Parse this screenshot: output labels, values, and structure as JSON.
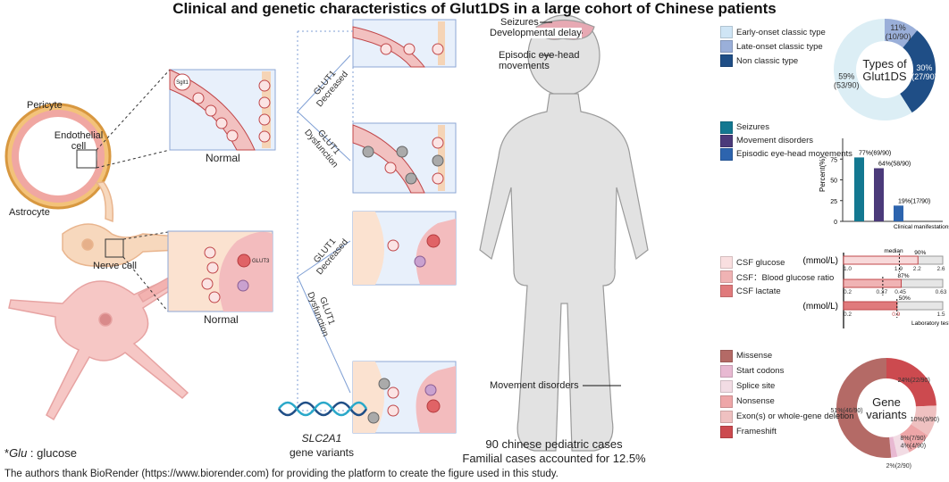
{
  "title": "Clinical and genetic characteristics of Glut1DS in a large cohort of Chinese patients",
  "cells": {
    "pericyte": "Pericyte",
    "endothelial": "Endothelial cell",
    "astrocyte": "Astrocyte",
    "nerve": "Nerve cell"
  },
  "panels": {
    "normal": "Normal",
    "decreased": [
      "GLUT1",
      "Decreased"
    ],
    "dysfunction": [
      "GLUT1",
      "Dysfunction"
    ],
    "transporter": "GLUT1",
    "glu": "Glu",
    "sglt": "Sglt1",
    "glut3": "GLUT3"
  },
  "gene": {
    "name": "SLC2A1",
    "sub": "gene variants"
  },
  "child": {
    "labels": [
      "Seizures",
      "Developmental delay",
      "Episodic eye-head",
      "movements",
      "Movement disorders"
    ],
    "caption1": "90 chinese pediatric cases",
    "caption2": "Familial cases accounted for 12.5%"
  },
  "footnote": {
    "glu_italic": "Glu",
    "glu_rest": " : glucose",
    "star": "*",
    "ack": "The authors thank BioRender (https://www.biorender.com) for providing the platform to create the figure used in this study."
  },
  "chart_data": [
    {
      "type": "pie",
      "title": [
        "Types of",
        "Glut1DS"
      ],
      "slices": [
        {
          "name": "Late-onset classic type",
          "value": 11,
          "label": [
            "11%",
            "(10/90)"
          ],
          "color": "#9aafd9"
        },
        {
          "name": "Non classic type",
          "value": 30,
          "label": [
            "30%",
            "(27/90)"
          ],
          "color": "#1f4e86"
        },
        {
          "name": "Early-onset classic type",
          "value": 59,
          "label": [
            "59%",
            "(53/90)"
          ],
          "color": "#dceef5"
        }
      ],
      "legend": [
        {
          "name": "Early-onset classic type",
          "color": "#cfe5f5"
        },
        {
          "name": "Late-onset classic type",
          "color": "#9aafd9"
        },
        {
          "name": "Non classic type",
          "color": "#1f4e86"
        }
      ]
    },
    {
      "type": "bar",
      "xlabel": "Clinical manifestations",
      "ylabel": "Percent(%)",
      "ylim": [
        0,
        100
      ],
      "yticks": [
        "0",
        "25",
        "50",
        "75"
      ],
      "categories": [
        "Seizures",
        "Movement disorders",
        "Episodic eye-head movements"
      ],
      "values": [
        77,
        64,
        19
      ],
      "labels": [
        "77%(69/90)",
        "64%(58/90)",
        "19%(17/90)"
      ],
      "colors": [
        "#137891",
        "#4b3a7a",
        "#2d64ae"
      ]
    },
    {
      "type": "bar",
      "orientation": "horizontal",
      "xlabel": "Laboratory test",
      "series": [
        {
          "name": "CSF glucose",
          "unit": "(mmol/L)",
          "min": 1.0,
          "max": 2.6,
          "median": 1.9,
          "p": 2.2,
          "pct": "90%",
          "ticks": [
            "1.0",
            "1.9",
            "2.2",
            "2.6"
          ],
          "color": "#f7d9da",
          "legend_color": "#f9dfe0"
        },
        {
          "name": "CSF：Blood glucose ratio",
          "unit": "",
          "min": 0.2,
          "max": 0.63,
          "median": 0.37,
          "p": 0.45,
          "pct": "87%",
          "ticks": [
            "0.2",
            "0.37",
            "0.45",
            "0.63"
          ],
          "color": "#f0b3b4",
          "legend_color": "#f0b3b4"
        },
        {
          "name": "CSF lactate",
          "unit": "(mmol/L)",
          "min": 0.2,
          "max": 1.5,
          "median": 0.9,
          "p": 0.9,
          "pct": "50%",
          "ticks": [
            "0.2",
            "0.9",
            "1.5"
          ],
          "color": "#e07a7c",
          "legend_color": "#e07a7c"
        }
      ],
      "median_label": "median"
    },
    {
      "type": "pie",
      "title": [
        "Gene",
        "variants"
      ],
      "slices": [
        {
          "name": "Frameshift",
          "value": 24,
          "label": [
            "24%(22/90)"
          ],
          "color": "#cc4a4f"
        },
        {
          "name": "Exon(s) or whole-gene deletion",
          "value": 10,
          "label": [
            "10%(9/90)"
          ],
          "color": "#efc1c1"
        },
        {
          "name": "Nonsense",
          "value": 8,
          "label": [
            "8%(7/90)"
          ],
          "color": "#eea6a8"
        },
        {
          "name": "Splice site",
          "value": 4,
          "label": [
            "4%(4/90)"
          ],
          "color": "#f2dce4"
        },
        {
          "name": "Start codons",
          "value": 2,
          "label": [
            "2%(2/90)"
          ],
          "color": "#e8b9d2"
        },
        {
          "name": "Missense",
          "value": 51,
          "label": [
            "51%(46/90)"
          ],
          "color": "#b46a66"
        }
      ],
      "legend": [
        {
          "name": "Missense",
          "color": "#b46a66"
        },
        {
          "name": "Start codons",
          "color": "#e8b9d2"
        },
        {
          "name": "Splice site",
          "color": "#f2dce4"
        },
        {
          "name": "Nonsense",
          "color": "#eea6a8"
        },
        {
          "name": "Exon(s) or whole-gene deletion",
          "color": "#efc1c1"
        },
        {
          "name": "Frameshift",
          "color": "#cc4a4f"
        }
      ]
    }
  ]
}
